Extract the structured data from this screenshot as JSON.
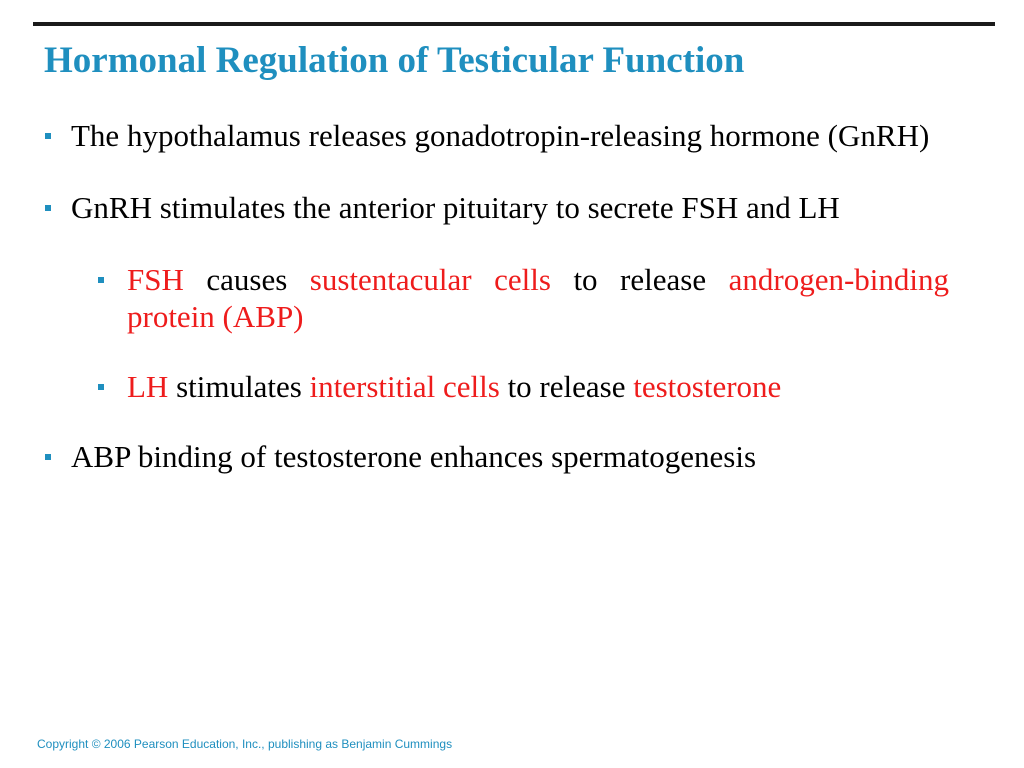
{
  "slide": {
    "title": "Hormonal Regulation of Testicular Function",
    "accent_color": "#1f8fbf",
    "highlight_color": "#ee1c1c",
    "bullets": [
      {
        "text": "The hypothalamus releases gonadotropin-releasing hormone (GnRH)"
      },
      {
        "text": "GnRH stimulates the anterior pituitary to secrete FSH and LH"
      },
      {
        "part1": "FSH",
        "part2": " causes ",
        "part3": "sustentacular cells",
        "part4": " to release ",
        "part5": "androgen-binding protein (ABP)"
      },
      {
        "part1": "LH",
        "part2": " stimulates ",
        "part3": "interstitial cells",
        "part4": " to release ",
        "part5": "testosterone"
      },
      {
        "text": "ABP binding of testosterone enhances spermatogenesis"
      }
    ],
    "footer": "Copyright © 2006 Pearson Education, Inc., publishing as Benjamin Cummings",
    "bullet_marker_icon": "square-bullet-icon"
  }
}
